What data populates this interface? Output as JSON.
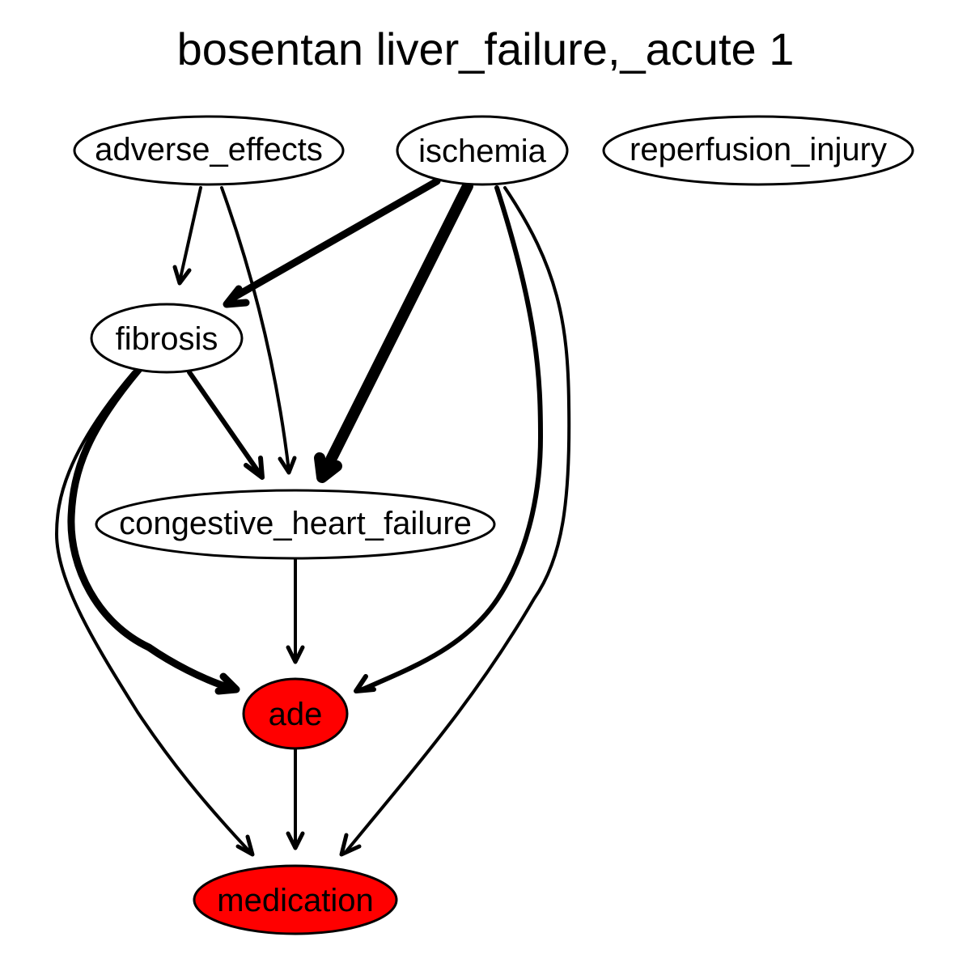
{
  "title": "bosentan liver_failure,_acute 1",
  "colors": {
    "highlight_fill": "#ff0000",
    "default_fill": "#ffffff",
    "stroke": "#000000"
  },
  "nodes": [
    {
      "id": "adverse_effects",
      "label": "adverse_effects",
      "highlighted": false
    },
    {
      "id": "ischemia",
      "label": "ischemia",
      "highlighted": false
    },
    {
      "id": "reperfusion_injury",
      "label": "reperfusion_injury",
      "highlighted": false
    },
    {
      "id": "fibrosis",
      "label": "fibrosis",
      "highlighted": false
    },
    {
      "id": "congestive_heart_failure",
      "label": "congestive_heart_failure",
      "highlighted": false
    },
    {
      "id": "ade",
      "label": "ade",
      "highlighted": true
    },
    {
      "id": "medication",
      "label": "medication",
      "highlighted": true
    }
  ],
  "edges": [
    {
      "from": "adverse_effects",
      "to": "fibrosis",
      "weight": 1
    },
    {
      "from": "adverse_effects",
      "to": "congestive_heart_failure",
      "weight": 1
    },
    {
      "from": "ischemia",
      "to": "fibrosis",
      "weight": 3
    },
    {
      "from": "ischemia",
      "to": "congestive_heart_failure",
      "weight": 5
    },
    {
      "from": "ischemia",
      "to": "ade",
      "weight": 2
    },
    {
      "from": "ischemia",
      "to": "medication",
      "weight": 1
    },
    {
      "from": "fibrosis",
      "to": "congestive_heart_failure",
      "weight": 2
    },
    {
      "from": "fibrosis",
      "to": "ade",
      "weight": 3
    },
    {
      "from": "fibrosis",
      "to": "medication",
      "weight": 1
    },
    {
      "from": "congestive_heart_failure",
      "to": "ade",
      "weight": 1
    },
    {
      "from": "ade",
      "to": "medication",
      "weight": 1
    }
  ]
}
